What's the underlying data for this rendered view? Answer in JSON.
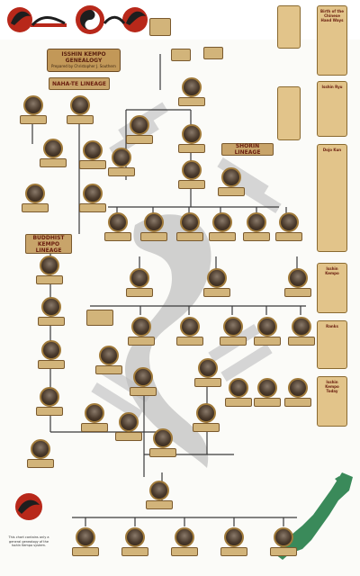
{
  "header": {
    "logo_left": "dragon-emblem-icon",
    "logo_center": "yin-yang-emblem-icon",
    "logo_right": "dragon-emblem-icon"
  },
  "title_scroll": {
    "title": "ISSHIN KEMPO GENEALOGY",
    "subtitle": "Prepared by Christopher J. Southern"
  },
  "lineage_tags": {
    "naha_te": "NAHA-TE LINEAGE",
    "shorin": "SHORIN LINEAGE",
    "buddhist": "BUDDHIST KEMPO LINEAGE"
  },
  "side_scrolls": [
    {
      "title": "Birth of the Chinese Hand Ways"
    },
    {
      "title": "Isshin Ryu"
    },
    {
      "title": "Dojo Kun"
    },
    {
      "title": "Isshin Kempo"
    },
    {
      "title": "Ranks"
    },
    {
      "title": "Isshin Kempo Today"
    }
  ],
  "footer": {
    "note": "This chart contains only a general genealogy of the Isshin Kempo system."
  },
  "colors": {
    "connector": "#3a3a3a",
    "scroll": "#e2c48a",
    "map": "#3a8a5a",
    "banner_red": "#b8281a"
  }
}
